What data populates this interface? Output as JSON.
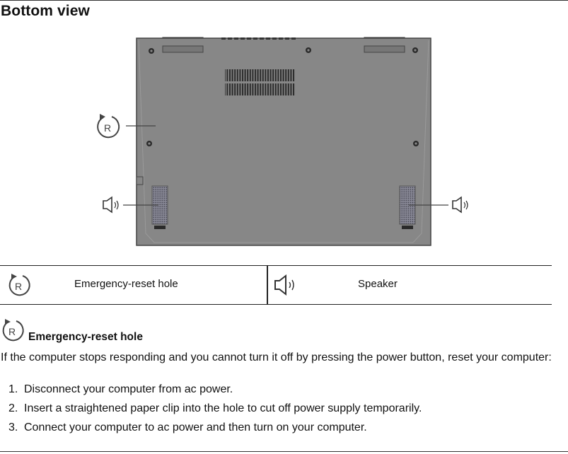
{
  "page": {
    "title": "Bottom view"
  },
  "figure": {
    "callouts": [
      "emergency-reset-hole",
      "speaker-left",
      "speaker-right"
    ]
  },
  "legend": {
    "items": [
      {
        "icon": "reset-icon",
        "label": "Emergency-reset hole"
      },
      {
        "icon": "speaker-icon",
        "label": "Speaker"
      }
    ]
  },
  "section": {
    "icon": "reset-icon",
    "title": "Emergency-reset hole",
    "intro": "If the computer stops responding and you cannot turn it off by pressing the power button, reset your computer:",
    "steps": [
      {
        "num": "1.",
        "text": "Disconnect your computer from ac power."
      },
      {
        "num": "2.",
        "text": "Insert a straightened paper clip into the hole to cut off power supply temporarily."
      },
      {
        "num": "3.",
        "text": "Connect your computer to ac power and then turn on your computer."
      }
    ]
  },
  "colors": {
    "chassis": "#878787",
    "outline": "#444444"
  }
}
